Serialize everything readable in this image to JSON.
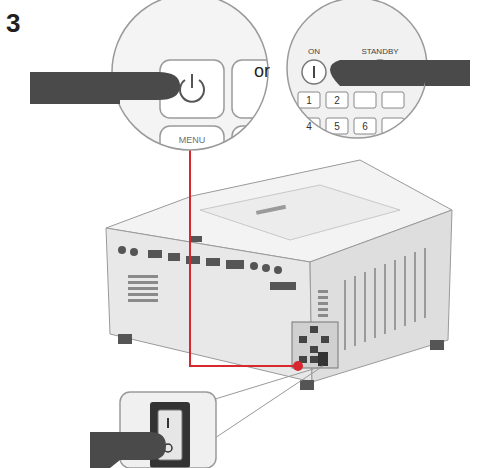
{
  "diagram": {
    "labels": [
      "3",
      "MENU",
      "or",
      "ON",
      "STANDBY",
      "1",
      "2",
      "4",
      "5",
      "6"
    ]
  }
}
